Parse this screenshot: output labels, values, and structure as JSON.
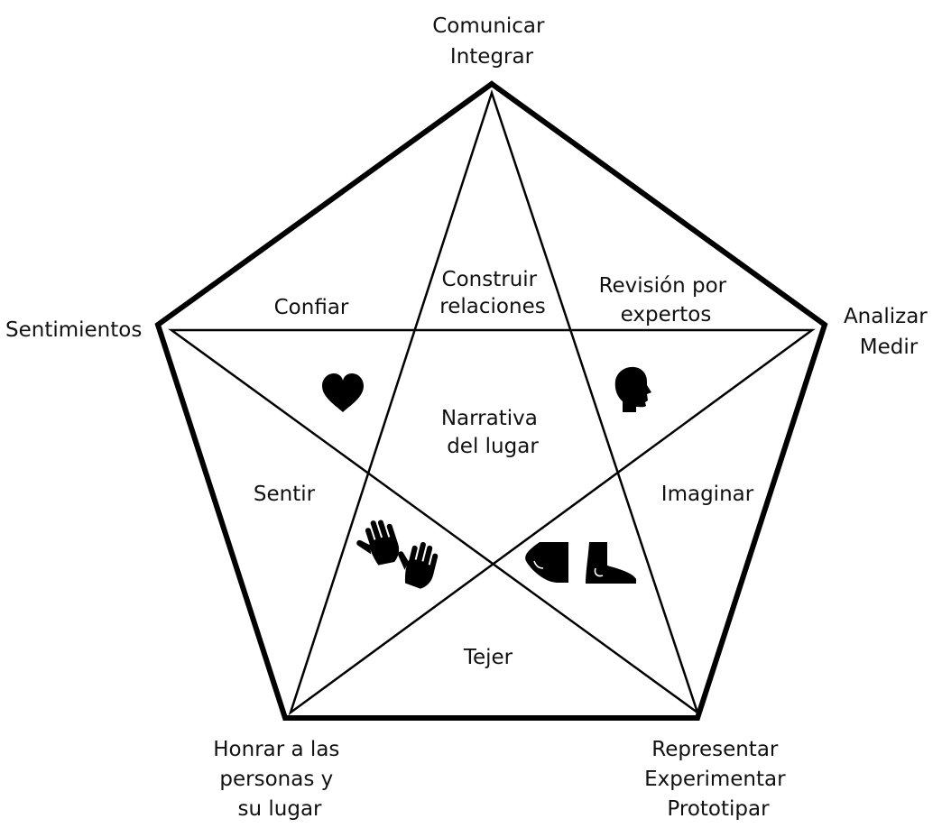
{
  "diagram": {
    "stroke_color": "#000000",
    "background": "#ffffff",
    "vertex_labels": {
      "top": [
        "Comunicar",
        "Integrar"
      ],
      "left": [
        "Sentimientos"
      ],
      "right": [
        "Analizar",
        "Medir"
      ],
      "bottom_left": [
        "Honrar a las",
        "personas y",
        "su lugar"
      ],
      "bottom_right": [
        "Representar",
        "Experimentar",
        "Prototipar"
      ]
    },
    "inner_labels": {
      "confiar": [
        "Confiar"
      ],
      "construir": [
        "Construir",
        "relaciones"
      ],
      "revision": [
        "Revisión por",
        "expertos"
      ],
      "narrativa": [
        "Narrativa",
        "del lugar"
      ],
      "sentir": [
        "Sentir"
      ],
      "imaginar": [
        "Imaginar"
      ],
      "tejer": [
        "Tejer"
      ]
    },
    "icons": [
      "heart-icon",
      "head-profile-icon",
      "hands-icon",
      "feet-icon"
    ]
  }
}
